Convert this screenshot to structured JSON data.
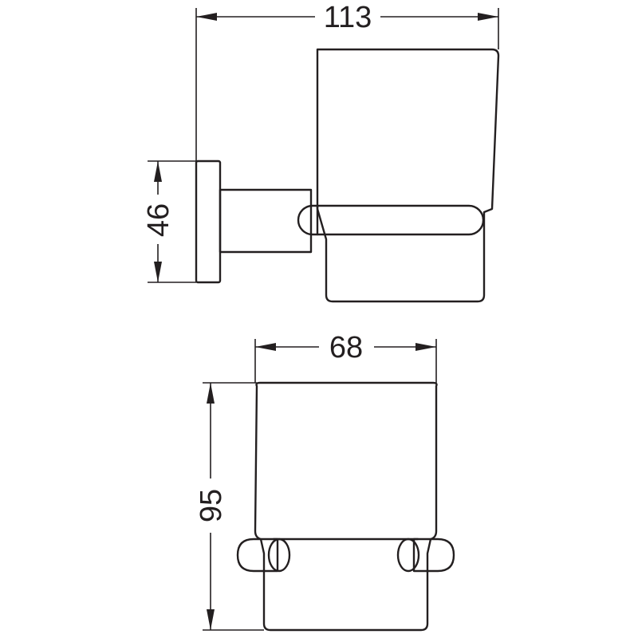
{
  "drawing": {
    "side_view": {
      "width_dimension": "113",
      "height_dimension": "46"
    },
    "front_view": {
      "width_dimension": "68",
      "height_dimension": "95"
    }
  }
}
